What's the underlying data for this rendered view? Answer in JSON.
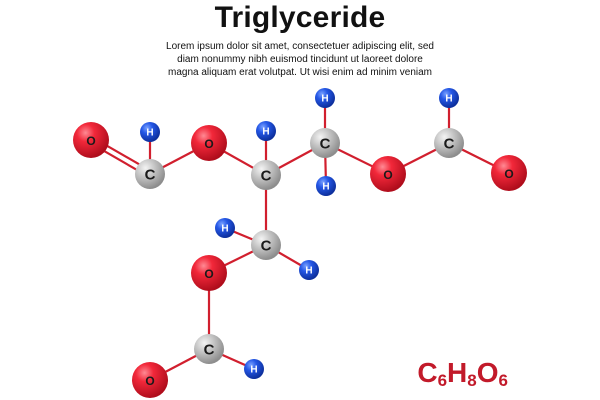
{
  "title": "Triglyceride",
  "description": [
    "Lorem ipsum dolor sit amet, consectetuer adipiscing elit, sed",
    "diam nonummy nibh euismod tincidunt ut laoreet dolore",
    "magna aliquam erat volutpat. Ut wisi enim ad minim veniam"
  ],
  "formula": {
    "c": "C",
    "c_count": "6",
    "h": "H",
    "h_count": "8",
    "o": "O",
    "o_count": "6"
  },
  "colors": {
    "bond": "#d11f2e",
    "oxygen": "#e3122a",
    "carbon": "#b9b9b9",
    "hydrogen": "#1d4fd6",
    "formula": "#c21a2a"
  },
  "atoms": [
    {
      "id": "o1",
      "element": "O"
    },
    {
      "id": "h1",
      "element": "H"
    },
    {
      "id": "c1",
      "element": "C"
    },
    {
      "id": "o2",
      "element": "O"
    },
    {
      "id": "h2",
      "element": "H"
    },
    {
      "id": "c2",
      "element": "C"
    },
    {
      "id": "h3",
      "element": "H"
    },
    {
      "id": "c3",
      "element": "C"
    },
    {
      "id": "h4",
      "element": "H"
    },
    {
      "id": "o3",
      "element": "O"
    },
    {
      "id": "h5",
      "element": "H"
    },
    {
      "id": "c4",
      "element": "C"
    },
    {
      "id": "o4",
      "element": "O"
    },
    {
      "id": "h6",
      "element": "H"
    },
    {
      "id": "c5",
      "element": "C"
    },
    {
      "id": "h7",
      "element": "H"
    },
    {
      "id": "o5",
      "element": "O"
    },
    {
      "id": "c6",
      "element": "C"
    },
    {
      "id": "o6",
      "element": "O"
    },
    {
      "id": "h8",
      "element": "H"
    }
  ],
  "bonds": [
    {
      "from": "o1",
      "to": "c1",
      "order": 2
    },
    {
      "from": "h1",
      "to": "c1",
      "order": 1
    },
    {
      "from": "c1",
      "to": "o2",
      "order": 1
    },
    {
      "from": "o2",
      "to": "c2",
      "order": 1
    },
    {
      "from": "h2",
      "to": "c2",
      "order": 1
    },
    {
      "from": "c2",
      "to": "c3",
      "order": 1
    },
    {
      "from": "h3",
      "to": "c3",
      "order": 1
    },
    {
      "from": "c3",
      "to": "h4",
      "order": 1
    },
    {
      "from": "c3",
      "to": "o3",
      "order": 1
    },
    {
      "from": "o3",
      "to": "c4",
      "order": 1
    },
    {
      "from": "h5",
      "to": "c4",
      "order": 1
    },
    {
      "from": "c4",
      "to": "o4",
      "order": 1
    },
    {
      "from": "c2",
      "to": "c5",
      "order": 1
    },
    {
      "from": "h6",
      "to": "c5",
      "order": 1
    },
    {
      "from": "c5",
      "to": "h7",
      "order": 1
    },
    {
      "from": "c5",
      "to": "o5",
      "order": 1
    },
    {
      "from": "o5",
      "to": "c6",
      "order": 1
    },
    {
      "from": "c6",
      "to": "o6",
      "order": 1
    },
    {
      "from": "c6",
      "to": "h8",
      "order": 1
    }
  ]
}
